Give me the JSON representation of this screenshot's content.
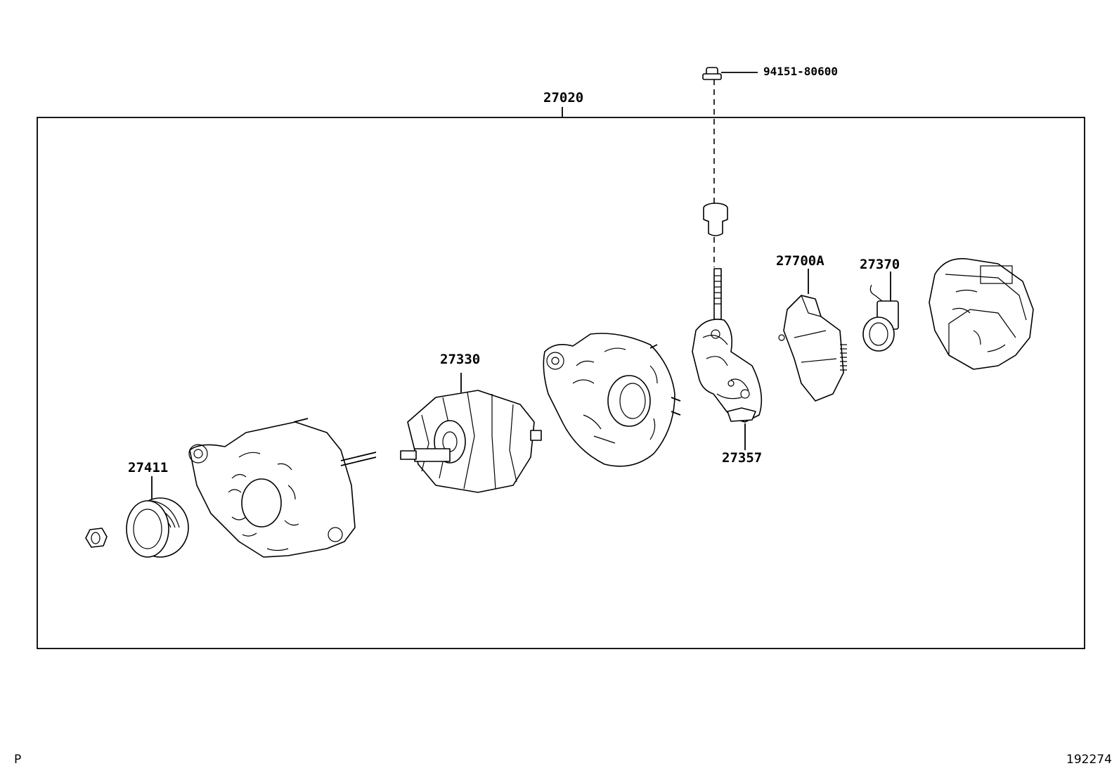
{
  "diagram": {
    "assembly_label": "27020",
    "bolt_label": "94151-80600",
    "labels": {
      "rotor": "27330",
      "brush_holder": "27357",
      "regulator": "27700A",
      "brush": "27370",
      "pulley": "27411"
    }
  },
  "footer": {
    "left_mark": "P",
    "figure_number": "192274"
  }
}
